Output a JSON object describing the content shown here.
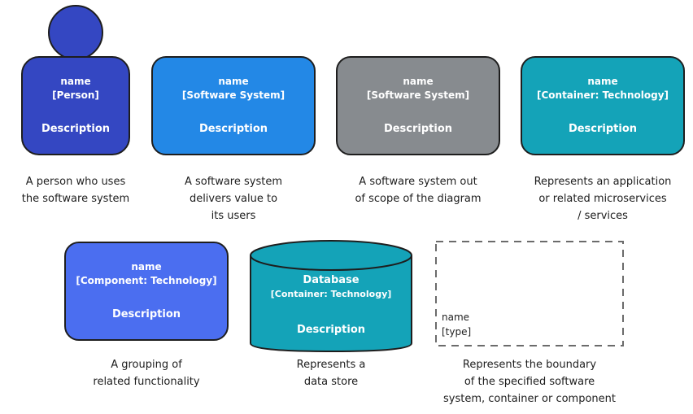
{
  "person": {
    "name": "name",
    "type": "[Person]",
    "description": "Description",
    "caption": "A person who uses\nthe software system",
    "color": "#3447c2"
  },
  "software_system": {
    "name": "name",
    "type": "[Software System]",
    "description": "Description",
    "caption": "A software system\ndelivers value to\nits users",
    "color": "#2388e6"
  },
  "external_system": {
    "name": "name",
    "type": "[Software System]",
    "description": "Description",
    "caption": "A software system out\nof scope of the diagram",
    "color": "#878b8f"
  },
  "container": {
    "name": "name",
    "type": "[Container: Technology]",
    "description": "Description",
    "caption": "Represents an application\nor related microservices\n/ services",
    "color": "#14a3b8"
  },
  "component": {
    "name": "name",
    "type": "[Component: Technology]",
    "description": "Description",
    "caption": "A grouping of\nrelated functionality",
    "color": "#4b6ef0"
  },
  "database": {
    "name": "Database",
    "type": "[Container: Technology]",
    "description": "Description",
    "caption": "Represents a\ndata store",
    "color": "#14a3b8"
  },
  "boundary": {
    "name": "name",
    "type": "[type]",
    "caption": "Represents the boundary\nof the specified software\nsystem, container or component"
  }
}
